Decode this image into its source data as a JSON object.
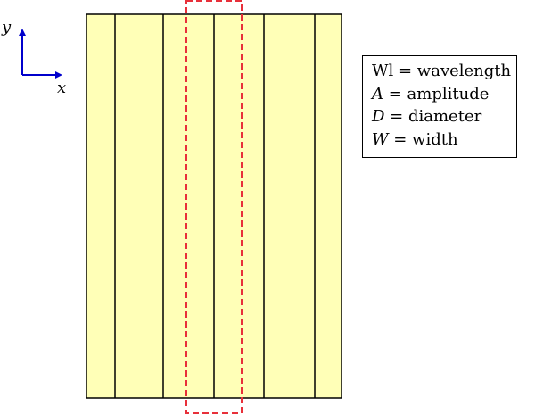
{
  "axes": {
    "x_label": "x",
    "y_label": "y",
    "color": "#0000cc"
  },
  "panel": {
    "fill_color": "#ffffb7",
    "stripe_count": 6
  },
  "highlight": {
    "color": "#e8303a",
    "style": "dashed"
  },
  "legend": {
    "items": [
      {
        "symbol": "Wl",
        "symbol_italic": false,
        "text": "= wavelength"
      },
      {
        "symbol": "A",
        "symbol_italic": true,
        "text": "= amplitude"
      },
      {
        "symbol": "D",
        "symbol_italic": true,
        "text": "= diameter"
      },
      {
        "symbol": "W",
        "symbol_italic": true,
        "text": "= width"
      }
    ]
  }
}
